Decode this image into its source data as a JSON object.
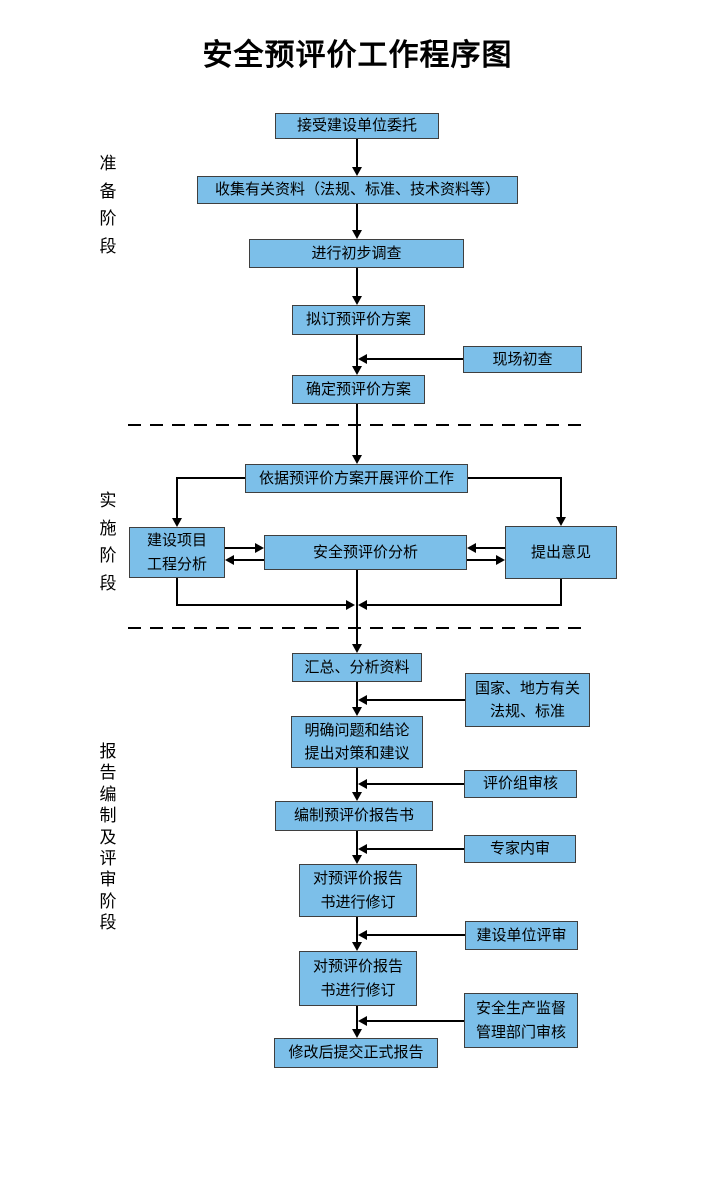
{
  "title": "安全预评价工作程序图",
  "phase_labels": {
    "preparation": "准备阶段",
    "implementation": "实施阶段",
    "reporting": "报告编制及评审阶段"
  },
  "boxes": {
    "accept_commission": "接受建设单位委托",
    "collect_materials": "收集有关资料（法规、标准、技术资料等）",
    "preliminary_survey": "进行初步调查",
    "draft_plan": "拟订预评价方案",
    "site_initial_check": "现场初查",
    "confirm_plan": "确定预评价方案",
    "carry_out_evaluation": "依据预评价方案开展评价工作",
    "project_engineering_analysis": "建设项目\n工程分析",
    "safety_preevaluation_analysis": "安全预评价分析",
    "raise_opinions": "提出意见",
    "summarize_analyze": "汇总、分析资料",
    "national_local_regulations": "国家、地方有关\n法规、标准",
    "clarify_conclusions": "明确问题和结论\n提出对策和建议",
    "evaluation_group_review": "评价组审核",
    "compile_report": "编制预评价报告书",
    "expert_internal_review": "专家内审",
    "revise_report_1": "对预评价报告\n书进行修订",
    "owner_review": "建设单位评审",
    "revise_report_2": "对预评价报告\n书进行修订",
    "safety_supervision_review": "安全生产监督\n管理部门审核",
    "submit_final_report": "修改后提交正式报告"
  },
  "colors": {
    "box_fill": "#7cbfe9",
    "box_border": "#3f3f3f",
    "line": "#000000",
    "text": "#000000"
  }
}
